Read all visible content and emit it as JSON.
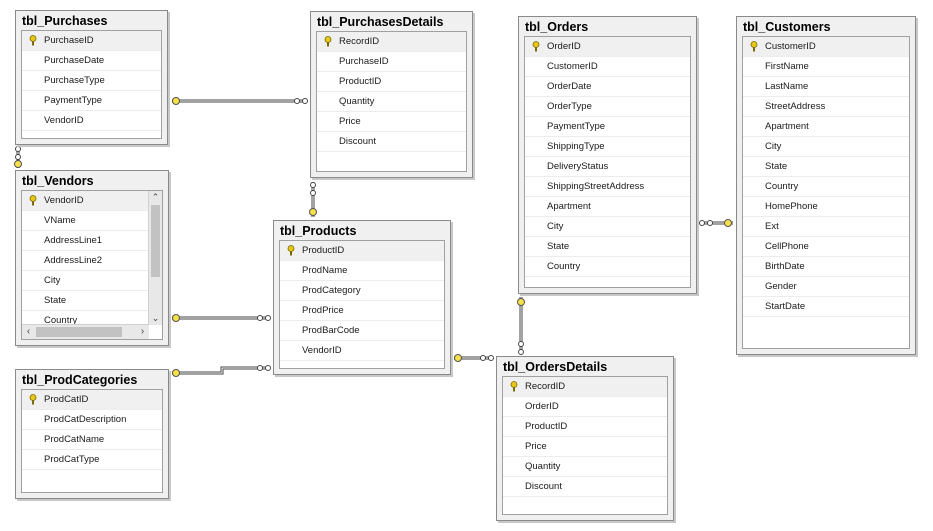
{
  "tables": {
    "purchases": {
      "title": "tbl_Purchases",
      "key": "PurchaseID",
      "fields": [
        "PurchaseDate",
        "PurchaseType",
        "PaymentType",
        "VendorID"
      ]
    },
    "purchases_details": {
      "title": "tbl_PurchasesDetails",
      "key": "RecordID",
      "fields": [
        "PurchaseID",
        "ProductID",
        "Quantity",
        "Price",
        "Discount"
      ]
    },
    "orders": {
      "title": "tbl_Orders",
      "key": "OrderID",
      "fields": [
        "CustomerID",
        "OrderDate",
        "OrderType",
        "PaymentType",
        "ShippingType",
        "DeliveryStatus",
        "ShippingStreetAddress",
        "Apartment",
        "City",
        "State",
        "Country"
      ]
    },
    "customers": {
      "title": "tbl_Customers",
      "key": "CustomerID",
      "fields": [
        "FirstName",
        "LastName",
        "StreetAddress",
        "Apartment",
        "City",
        "State",
        "Country",
        "HomePhone",
        "Ext",
        "CellPhone",
        "BirthDate",
        "Gender",
        "StartDate"
      ]
    },
    "vendors": {
      "title": "tbl_Vendors",
      "key": "VendorID",
      "fields": [
        "VName",
        "AddressLine1",
        "AddressLine2",
        "City",
        "State",
        "Country"
      ]
    },
    "products": {
      "title": "tbl_Products",
      "key": "ProductID",
      "fields": [
        "ProdName",
        "ProdCategory",
        "ProdPrice",
        "ProdBarCode",
        "VendorID"
      ]
    },
    "prod_categories": {
      "title": "tbl_ProdCategories",
      "key": "ProdCatID",
      "fields": [
        "ProdCatDescription",
        "ProdCatName",
        "ProdCatType"
      ]
    },
    "orders_details": {
      "title": "tbl_OrdersDetails",
      "key": "RecordID",
      "fields": [
        "OrderID",
        "ProductID",
        "Price",
        "Quantity",
        "Discount"
      ]
    }
  },
  "relationships": [
    {
      "one": "tbl_Purchases",
      "many": "tbl_PurchasesDetails"
    },
    {
      "one": "tbl_Vendors",
      "many": "tbl_Purchases"
    },
    {
      "one": "tbl_Products",
      "many": "tbl_PurchasesDetails"
    },
    {
      "one": "tbl_Vendors",
      "many": "tbl_Products"
    },
    {
      "one": "tbl_ProdCategories",
      "many": "tbl_Products"
    },
    {
      "one": "tbl_Products",
      "many": "tbl_OrdersDetails"
    },
    {
      "one": "tbl_Orders",
      "many": "tbl_OrdersDetails"
    },
    {
      "one": "tbl_Customers",
      "many": "tbl_Orders"
    }
  ],
  "colors": {
    "key_icon": "#e6c619",
    "line": "#444444",
    "endpoint_one": "#f5e04a"
  }
}
